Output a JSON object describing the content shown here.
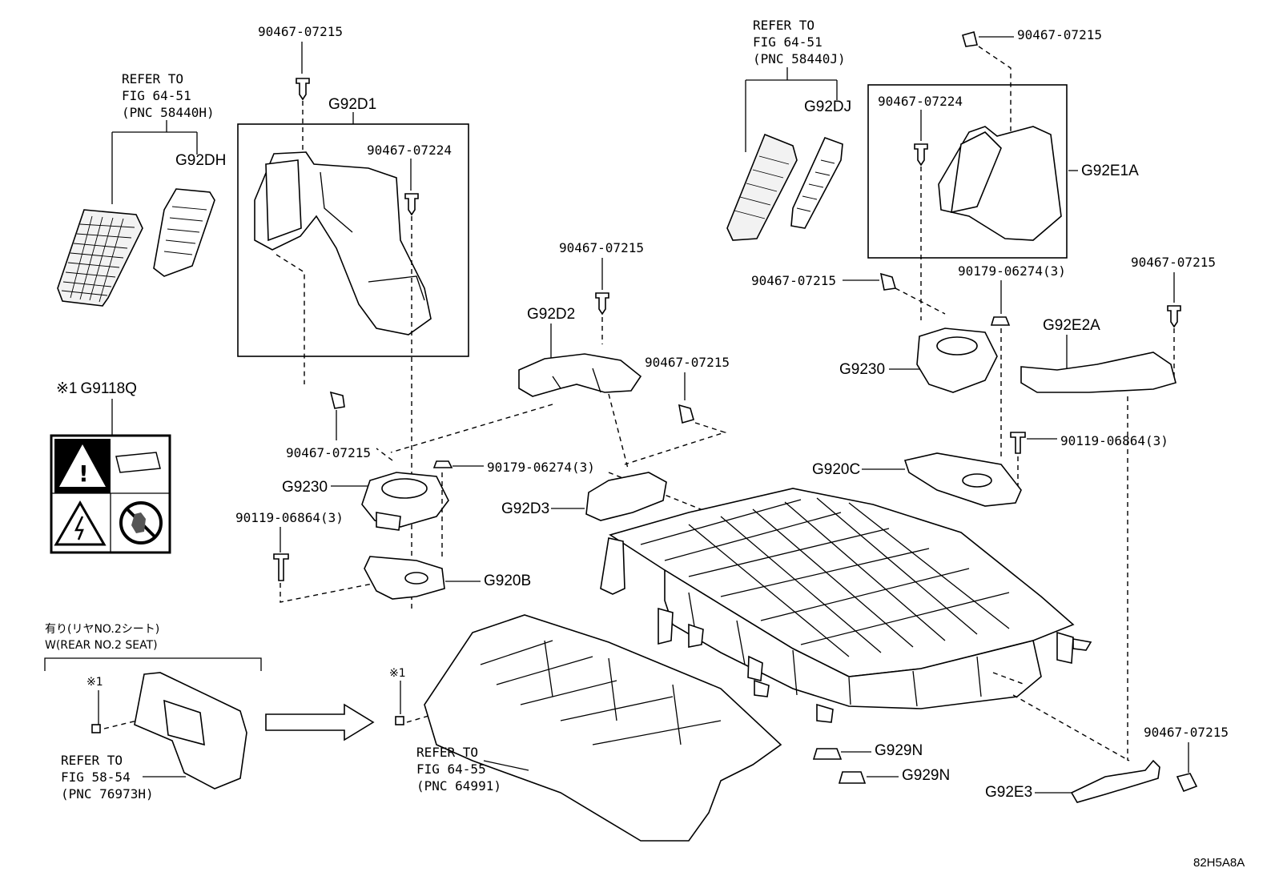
{
  "diagram_code": "82H5A8A",
  "parts": {
    "g92d1": "G92D1",
    "g92dh": "G92DH",
    "g92d2": "G92D2",
    "g92d3": "G92D3",
    "g9230_left": "G9230",
    "g920b": "G920B",
    "g9118q": "G9118Q",
    "g92dj": "G92DJ",
    "g92e1a": "G92E1A",
    "g9230_right": "G9230",
    "g92e2a": "G92E2A",
    "g920c": "G920C",
    "g929n_1": "G929N",
    "g929n_2": "G929N",
    "g92e3": "G92E3"
  },
  "fasteners": {
    "f_top_left": "90467-07215",
    "f_d1_inner": "90467-07224",
    "f_left_mid": "90467-07215",
    "f_nut_left": "90179-06274(3)",
    "f_bolt_left": "90119-06864(3)",
    "f_d2_top": "90467-07215",
    "f_center": "90467-07215",
    "f_top_right": "90467-07215",
    "f_e1a_inner": "90467-07224",
    "f_right_clip": "90467-07215",
    "f_nut_right": "90179-06274(3)",
    "f_far_right": "90467-07215",
    "f_bolt_right": "90119-06864(3)",
    "f_bottom_right": "90467-07215"
  },
  "references": {
    "ref_h": [
      "REFER TO",
      "FIG 64-51",
      "(PNC 58440H)"
    ],
    "ref_j": [
      "REFER TO",
      "FIG 64-51",
      "(PNC 58440J)"
    ],
    "ref_58": [
      "REFER TO",
      "FIG 58-54",
      "(PNC 76973H)"
    ],
    "ref_55": [
      "REFER TO",
      "FIG 64-55",
      "(PNC 64991)"
    ]
  },
  "notes": {
    "mark": "※1",
    "seat_jp": "有り(リヤNO.2シート)",
    "seat_en": "W(REAR NO.2 SEAT)"
  }
}
